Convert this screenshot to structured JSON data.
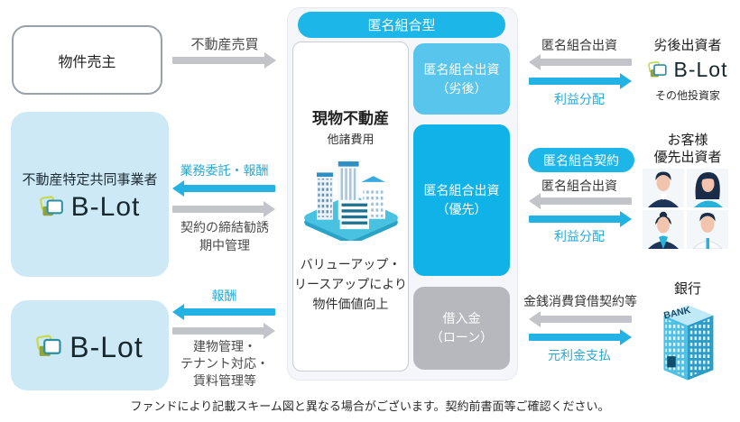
{
  "colors": {
    "accent_cyan": "#1db6e8",
    "subordinated_box": "#58c5ec",
    "preferred_box": "#10b3e8",
    "loan_box": "#b7b8be",
    "gray_arrow": "#c3c4c9",
    "entity_blue_box": "#cde9f6",
    "cyan_label_text": "#2aa9d4"
  },
  "scheme": {
    "title": "匿名組合型",
    "asset": {
      "title": "現物不動産",
      "subtitle": "他諸費用",
      "note": "バリューアップ・\nリースアップにより\n物件価値向上"
    },
    "tranches": {
      "subordinated": "匿名組合出資\n（劣後）",
      "preferred": "匿名組合出資\n（優先）",
      "loan": "借入金\n（ローン）"
    }
  },
  "left": {
    "seller": "物件売主",
    "operator_title": "不動産特定共同事業者",
    "brand": "B-Lot"
  },
  "flows": {
    "sale": "不動産売買",
    "outsourcing": "業務委託・報酬",
    "contract_mgmt": "契約の締結勧誘\n期中管理",
    "fee": "報酬",
    "building_mgmt": "建物管理・\nテナント対応・\n賃料管理等",
    "sub_invest": "匿名組合出資",
    "sub_profit": "利益分配",
    "tk_contract": "匿名組合契約",
    "pref_invest": "匿名組合出資",
    "pref_profit": "利益分配",
    "loan_contract": "金銭消費貸借契約等",
    "loan_repay": "元利金支払"
  },
  "right": {
    "subordinated": {
      "title": "劣後出資者",
      "brand": "B-Lot",
      "note": "その他投資家"
    },
    "preferred": {
      "title": "お客様\n優先出資者"
    },
    "bank": {
      "title": "銀行",
      "sign": "BANK"
    }
  },
  "footer": {
    "disclaimer": "ファンドにより記載スキーム図と異なる場合がございます。契約前書面等ご確認ください。"
  }
}
